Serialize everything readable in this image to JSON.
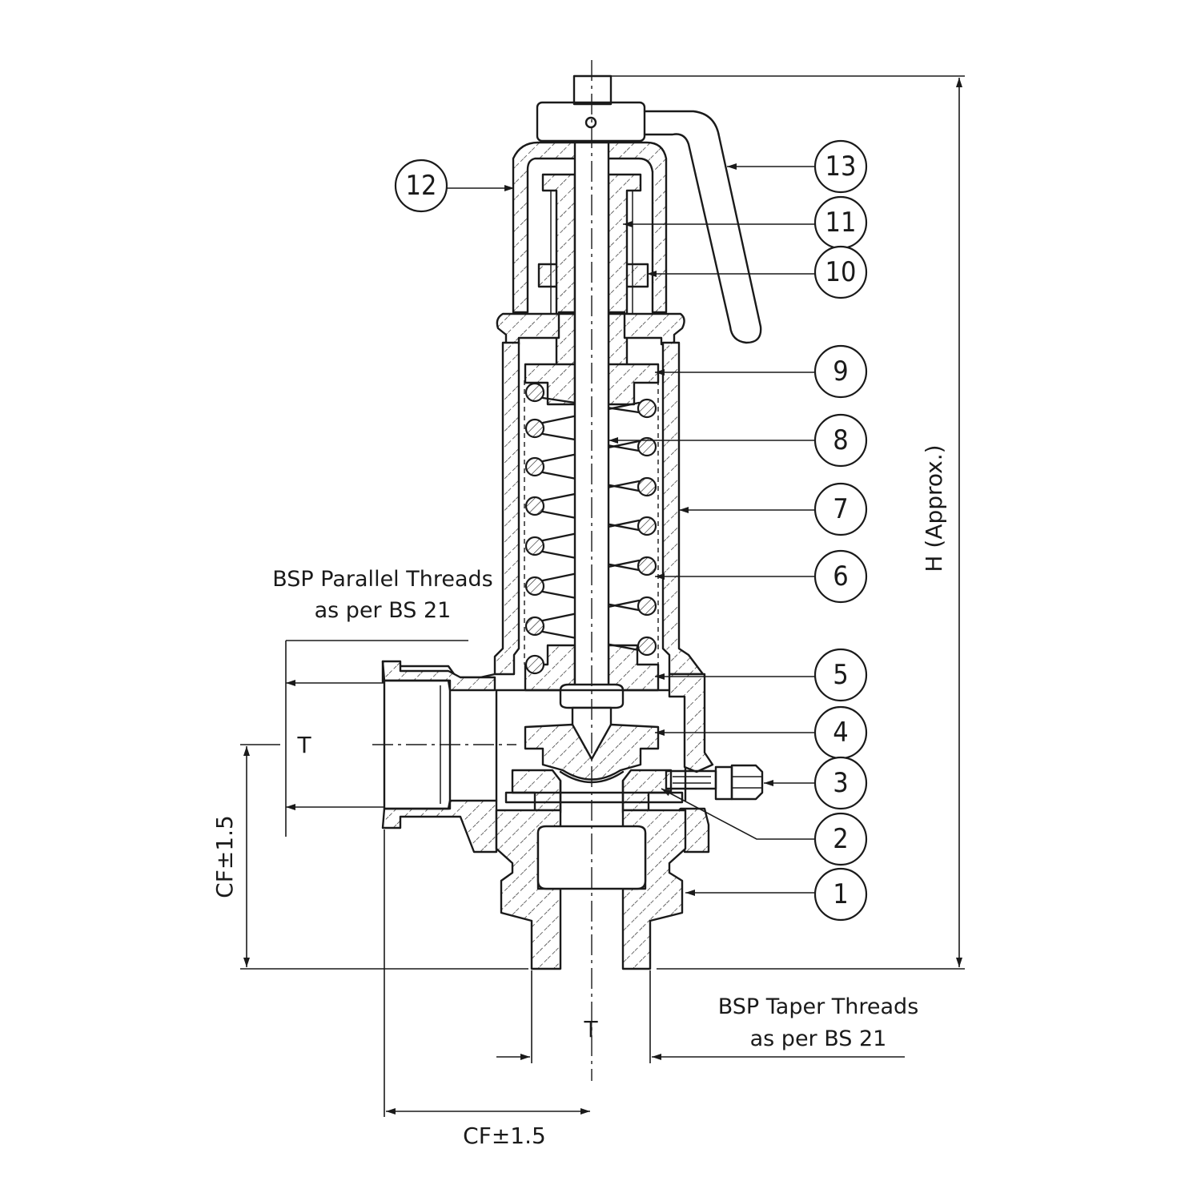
{
  "diagram": {
    "labels": {
      "parallel_threads": [
        "BSP Parallel Threads",
        "as per BS 21"
      ],
      "taper_threads": [
        "BSP Taper Threads",
        "as per BS 21"
      ]
    },
    "dimensions": {
      "inlet_size": "T",
      "outlet_size": "T",
      "centre_to_face_vertical": "CF±1.5",
      "centre_to_face_horizontal": "CF±1.5",
      "height": "H (Approx.)"
    },
    "callouts": [
      "1",
      "2",
      "3",
      "4",
      "5",
      "6",
      "7",
      "8",
      "9",
      "10",
      "11",
      "12",
      "13"
    ]
  }
}
